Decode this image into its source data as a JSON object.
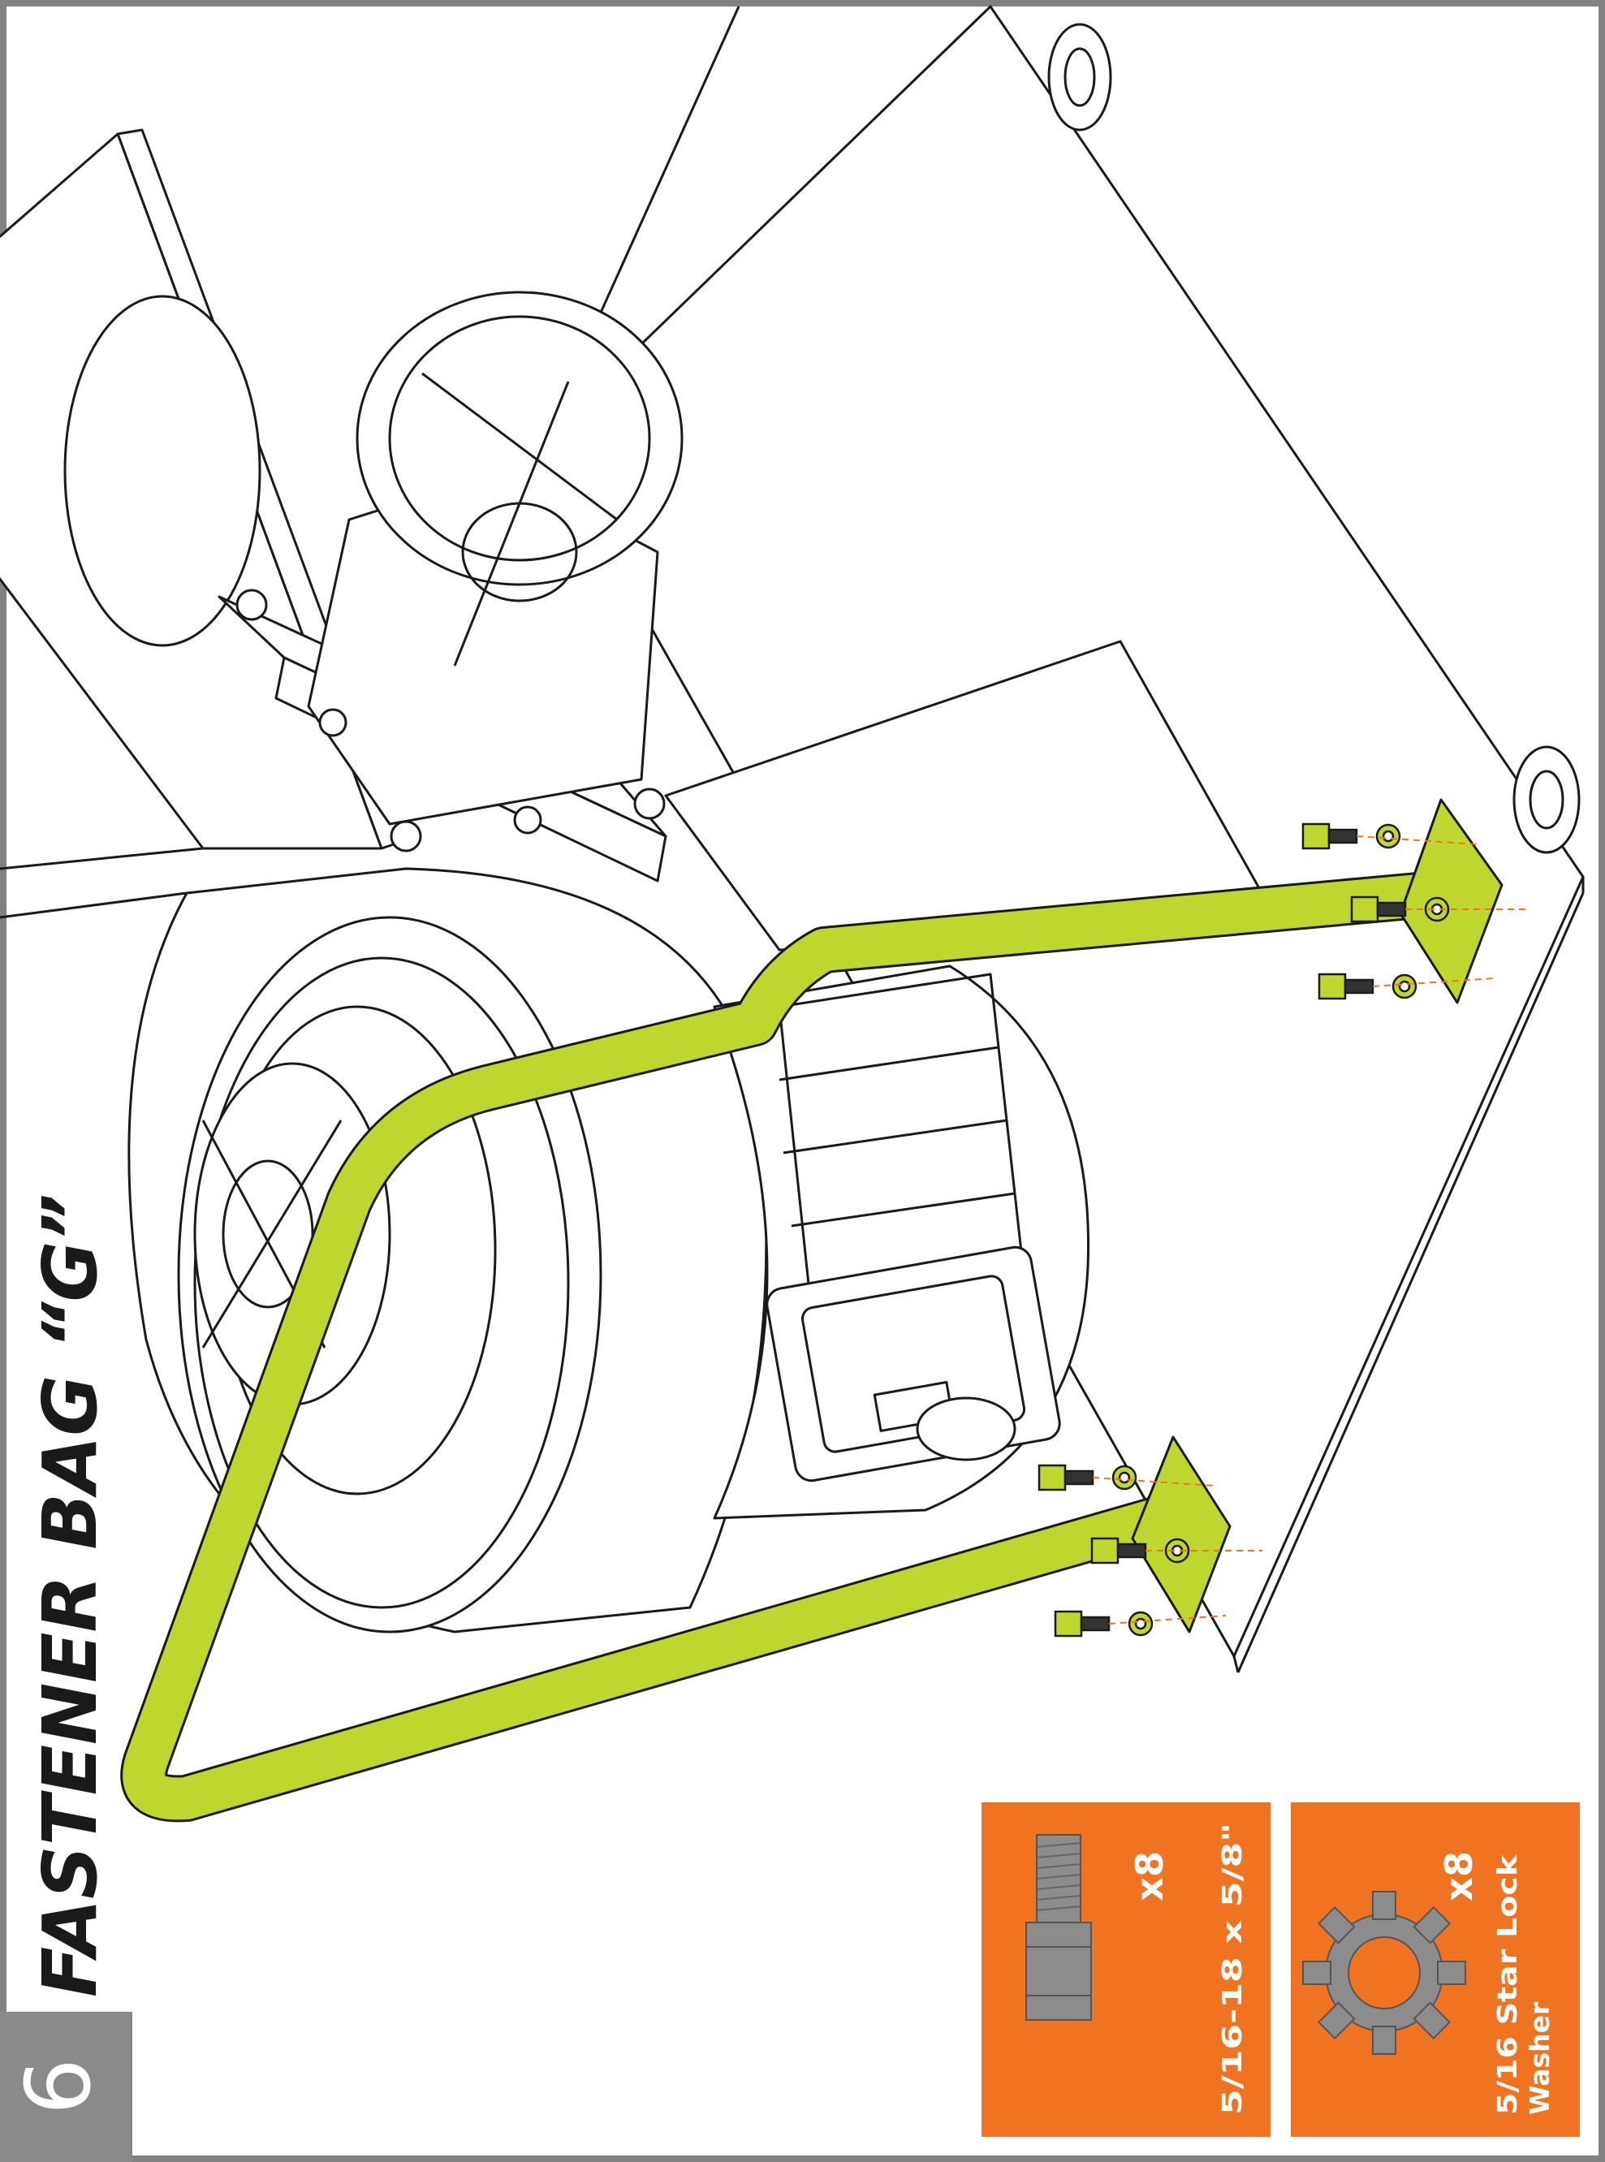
{
  "step": {
    "number": "6",
    "title": "FASTENER BAG “G”"
  },
  "parts": [
    {
      "quantity": "x8",
      "description": "5/16-18 x 5/8\"",
      "icon": "hex-bolt-icon"
    },
    {
      "quantity": "x8",
      "description": "5/16 Star Lock Washer",
      "description_line1": "5/16 Star Lock",
      "description_line2": "Washer",
      "icon": "star-lock-washer-icon"
    }
  ],
  "colors": {
    "highlight": "#bfd62f",
    "accent": "#f07322",
    "frame": "#828282",
    "step_box": "#8a8a8a",
    "ink": "#1a1a1a"
  }
}
